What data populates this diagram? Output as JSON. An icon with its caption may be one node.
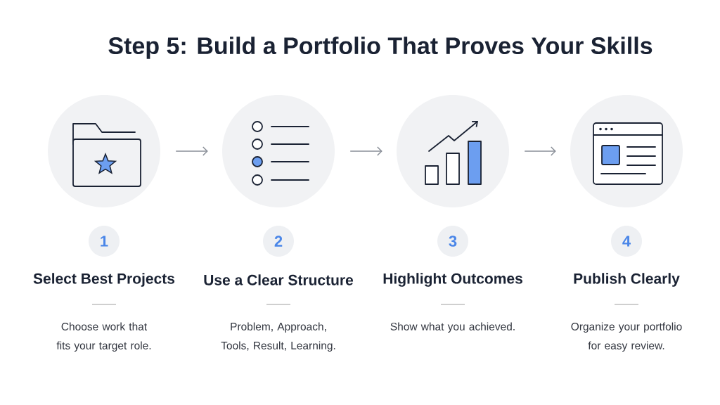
{
  "diagram": {
    "title": "Step 5: Build a Portfolio That Proves Your Skills",
    "nodes": [
      {
        "text": [],
        "shape": "circle"
      },
      {
        "text": [],
        "shape": "circle"
      },
      {
        "text": [],
        "shape": "circle"
      },
      {
        "text": [],
        "shape": "circle"
      },
      {
        "text": [
          "1"
        ],
        "beside": [
          "Select Best Projects",
          "Choose work that fits your target role."
        ]
      },
      {
        "text": [
          "2"
        ],
        "beside": [
          "Use a Clear Structure",
          "Problem, Approach, Tools, Result, Learning."
        ]
      },
      {
        "text": [
          "3"
        ],
        "beside": [
          "Highlight Outcomes",
          "Show what you achieved."
        ]
      },
      {
        "text": [
          "4"
        ],
        "beside": [
          "Publish Clearly",
          "Organize your portfolio for easy review."
        ]
      }
    ],
    "edges": [
      {
        "from": 0,
        "to": 1,
        "arrow": "to"
      },
      {
        "from": 1,
        "to": 2,
        "arrow": "to"
      },
      {
        "from": 2,
        "to": 3,
        "arrow": "to"
      }
    ]
  }
}
